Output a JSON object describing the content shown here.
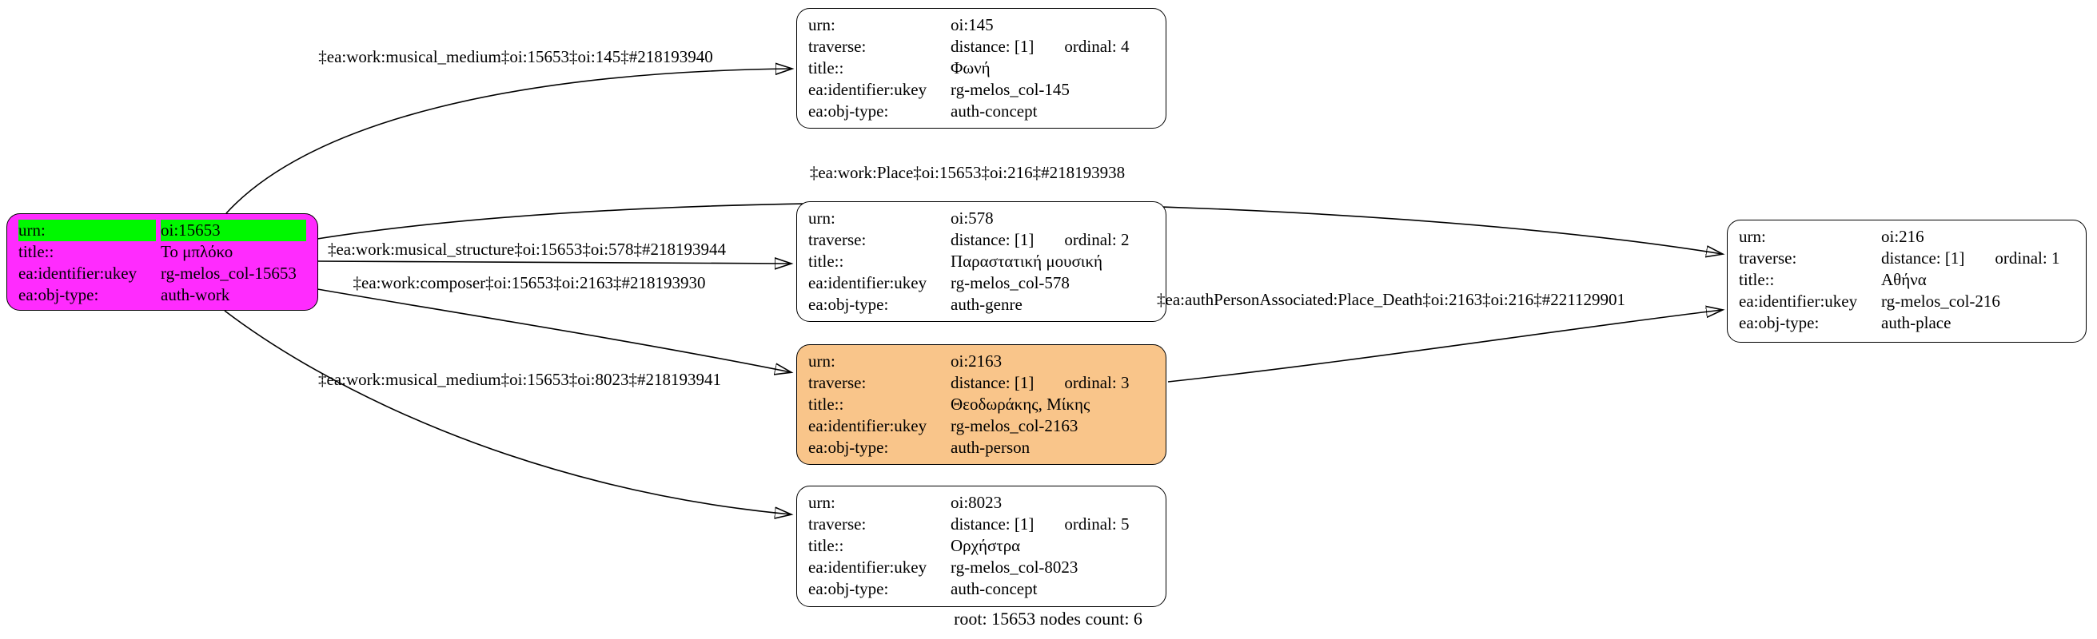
{
  "colors": {
    "root_fill": "#ff2bfe",
    "root_highlight": "#00f800",
    "person_fill": "#f9c58a",
    "node_fill": "#ffffff",
    "border": "#000000",
    "edge": "#000000"
  },
  "footer": "root: 15653 nodes count: 6",
  "nodes": [
    {
      "id": "oi:15653",
      "rows": [
        {
          "key": "urn:",
          "value": "oi:15653"
        },
        {
          "key": "title::",
          "value": "Το μπλόκο"
        },
        {
          "key": "ea:identifier:ukey",
          "value": "rg-melos_col-15653"
        },
        {
          "key": "ea:obj-type:",
          "value": "auth-work"
        }
      ]
    },
    {
      "id": "oi:145",
      "rows": [
        {
          "key": "urn:",
          "value": "oi:145"
        },
        {
          "key": "traverse:",
          "value": "distance: [1]",
          "value2": "ordinal: 4"
        },
        {
          "key": "title::",
          "value": "Φωνή"
        },
        {
          "key": "ea:identifier:ukey",
          "value": "rg-melos_col-145"
        },
        {
          "key": "ea:obj-type:",
          "value": "auth-concept"
        }
      ]
    },
    {
      "id": "oi:578",
      "rows": [
        {
          "key": "urn:",
          "value": "oi:578"
        },
        {
          "key": "traverse:",
          "value": "distance: [1]",
          "value2": "ordinal: 2"
        },
        {
          "key": "title::",
          "value": "Παραστατική μουσική"
        },
        {
          "key": "ea:identifier:ukey",
          "value": "rg-melos_col-578"
        },
        {
          "key": "ea:obj-type:",
          "value": "auth-genre"
        }
      ]
    },
    {
      "id": "oi:2163",
      "rows": [
        {
          "key": "urn:",
          "value": "oi:2163"
        },
        {
          "key": "traverse:",
          "value": "distance: [1]",
          "value2": "ordinal: 3"
        },
        {
          "key": "title::",
          "value": "Θεοδωράκης, Μίκης"
        },
        {
          "key": "ea:identifier:ukey",
          "value": "rg-melos_col-2163"
        },
        {
          "key": "ea:obj-type:",
          "value": "auth-person"
        }
      ]
    },
    {
      "id": "oi:8023",
      "rows": [
        {
          "key": "urn:",
          "value": "oi:8023"
        },
        {
          "key": "traverse:",
          "value": "distance: [1]",
          "value2": "ordinal: 5"
        },
        {
          "key": "title::",
          "value": "Ορχήστρα"
        },
        {
          "key": "ea:identifier:ukey",
          "value": "rg-melos_col-8023"
        },
        {
          "key": "ea:obj-type:",
          "value": "auth-concept"
        }
      ]
    },
    {
      "id": "oi:216",
      "rows": [
        {
          "key": "urn:",
          "value": "oi:216"
        },
        {
          "key": "traverse:",
          "value": "distance: [1]",
          "value2": "ordinal: 1"
        },
        {
          "key": "title::",
          "value": "Αθήνα"
        },
        {
          "key": "ea:identifier:ukey",
          "value": "rg-melos_col-216"
        },
        {
          "key": "ea:obj-type:",
          "value": "auth-place"
        }
      ]
    }
  ],
  "edges": [
    {
      "label": "‡ea:work:musical_medium‡oi:15653‡oi:145‡#218193940"
    },
    {
      "label": "‡ea:work:Place‡oi:15653‡oi:216‡#218193938"
    },
    {
      "label": "‡ea:work:musical_structure‡oi:15653‡oi:578‡#218193944"
    },
    {
      "label": "‡ea:work:composer‡oi:15653‡oi:2163‡#218193930"
    },
    {
      "label": "‡ea:work:musical_medium‡oi:15653‡oi:8023‡#218193941"
    },
    {
      "label": "‡ea:authPersonAssociated:Place_Death‡oi:2163‡oi:216‡#221129901"
    }
  ]
}
